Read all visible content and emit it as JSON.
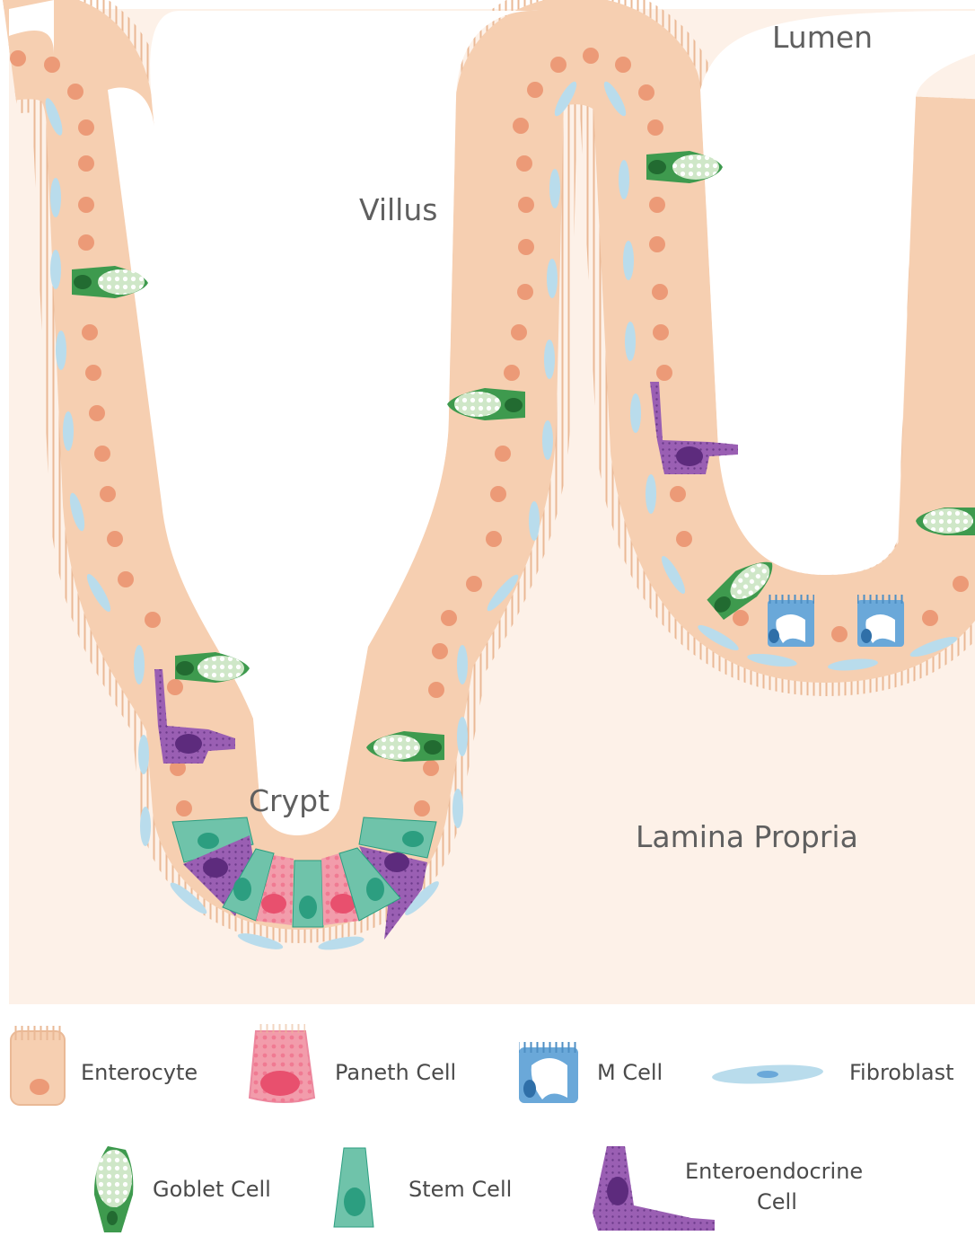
{
  "region_labels": {
    "lumen": "Lumen",
    "villus": "Villus",
    "crypt": "Crypt",
    "lamina_propria": "Lamina Propria"
  },
  "legend": {
    "enterocyte": "Enterocyte",
    "paneth": "Paneth Cell",
    "m_cell": "M Cell",
    "fibroblast": "Fibroblast",
    "goblet": "Goblet Cell",
    "stem": "Stem Cell",
    "enteroendocrine_line1": "Enteroendocrine",
    "enteroendocrine_line2": "Cell"
  },
  "colors": {
    "tissue": "#fdf1e8",
    "enterocyte_fill": "#f6cfb1",
    "enterocyte_edge": "#eab996",
    "enterocyte_nucleus": "#ec9a77",
    "goblet": "#3e9a4e",
    "stem": "#6fc3aa",
    "stem_nucleus": "#2c9e80",
    "paneth": "#f29cab",
    "paneth_nucleus": "#e8506e",
    "enteroendocrine": "#9a5fb3",
    "enteroendocrine_nucleus": "#5d2b7d",
    "m_cell": "#6aa8d9",
    "fibroblast": "#b9dcec"
  }
}
